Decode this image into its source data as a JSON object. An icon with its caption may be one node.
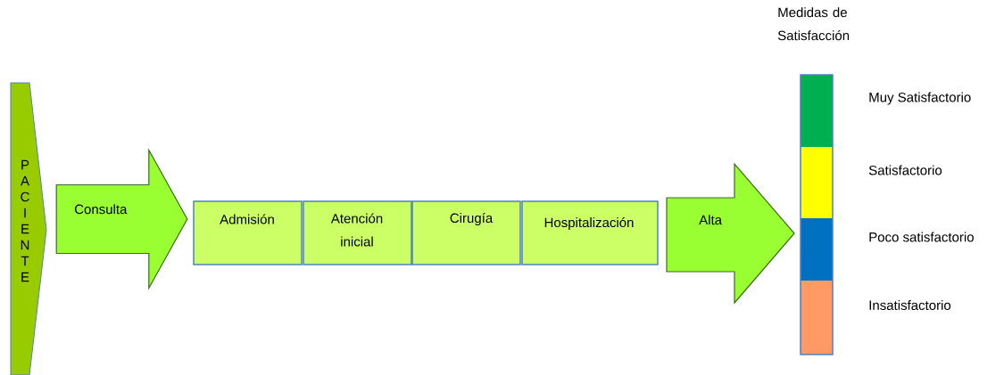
{
  "diagram": {
    "nodes": [
      {
        "text": [
          "PACIENTE"
        ]
      },
      {
        "text": [
          "Admisión"
        ]
      },
      {
        "text": [
          "Atención inicial"
        ]
      },
      {
        "text": [
          "Cirugía"
        ]
      },
      {
        "text": [
          "Hospitalización"
        ]
      },
      {
        "text": [
          "Alta"
        ]
      }
    ],
    "edges": [
      {
        "from": 0,
        "to": 1,
        "arrow": "to",
        "label": "Consulta",
        "style": "thick"
      }
    ],
    "labels": [
      "Medidas de Satisfacción"
    ],
    "legend": [
      {
        "text": "Muy Satisfactorio",
        "color": "#00b050"
      },
      {
        "text": "Satisfactorio",
        "color": "#ffff00"
      },
      {
        "text": "Poco satisfactorio",
        "color": "#0070c0"
      },
      {
        "text": "Insatisfactorio",
        "color": "#ff9966"
      }
    ]
  }
}
